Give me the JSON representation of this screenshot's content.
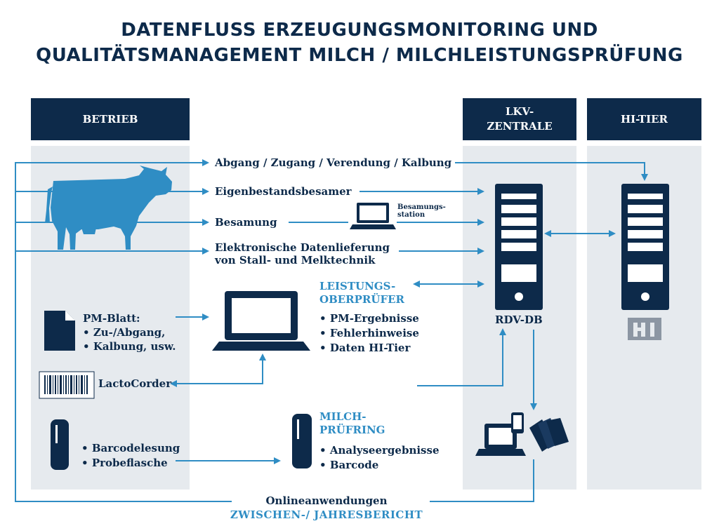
{
  "title": {
    "line1": "DATENFLUSS ERZEUGUNGSMONITORING UND",
    "line2": "QUALITÄTSMANAGEMENT MILCH / MILCHLEISTUNGSPRÜFUNG"
  },
  "columns": {
    "betrieb": "BETRIEB",
    "lkv_line1": "LKV-",
    "lkv_line2": "ZENTRALE",
    "hitier": "HI-TIER"
  },
  "flows": {
    "abgang": "Abgang / Zugang / Verendung / Kalbung",
    "eigenbestand": "Eigenbestandsbesamer",
    "besamung": "Besamung",
    "besamungsstation_line1": "Besamungs-",
    "besamungsstation_line2": "station",
    "elektronisch_line1": "Elektronische Datenlieferung",
    "elektronisch_line2": "von Stall- und Melktechnik"
  },
  "pruefer": {
    "title_line1": "LEISTUNGS-",
    "title_line2": "OBERPRÜFER",
    "items": [
      "PM-Ergebnisse",
      "Fehlerhinweise",
      "Daten HI-Tier"
    ]
  },
  "pm_blatt": {
    "title": "PM-Blatt:",
    "items": [
      "Zu-/Abgang,",
      "Kalbung, usw."
    ]
  },
  "rdv": "RDV-DB",
  "lactocorder": "LactoCorder",
  "probe": {
    "items": [
      "Barcodelesung",
      "Probeflasche"
    ]
  },
  "milch": {
    "title_line1": "MILCH-",
    "title_line2": "PRÜFRING",
    "items": [
      "Analyseergebnisse",
      "Barcode"
    ]
  },
  "bottom": {
    "line1": "Onlineanwendungen",
    "line2": "ZWISCHEN-/ JAHRESBERICHT"
  },
  "hi_logo": "HI",
  "colors": {
    "navy": "#0d2a4a",
    "blue": "#2f8dc4",
    "column_bg": "#e6eaee"
  }
}
